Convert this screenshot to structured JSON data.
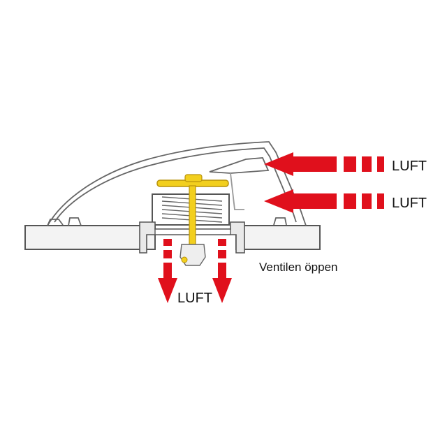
{
  "labels": {
    "air_top": "LUFT",
    "air_middle": "LUFT",
    "air_bottom": "LUFT",
    "valve_state": "Ventilen öppen"
  },
  "colors": {
    "arrow": "#e0101c",
    "valve": "#f2cf1e",
    "valve_outline": "#b8920a",
    "panel_fill": "#f3f3f3",
    "line": "#555555",
    "text": "#111111"
  }
}
